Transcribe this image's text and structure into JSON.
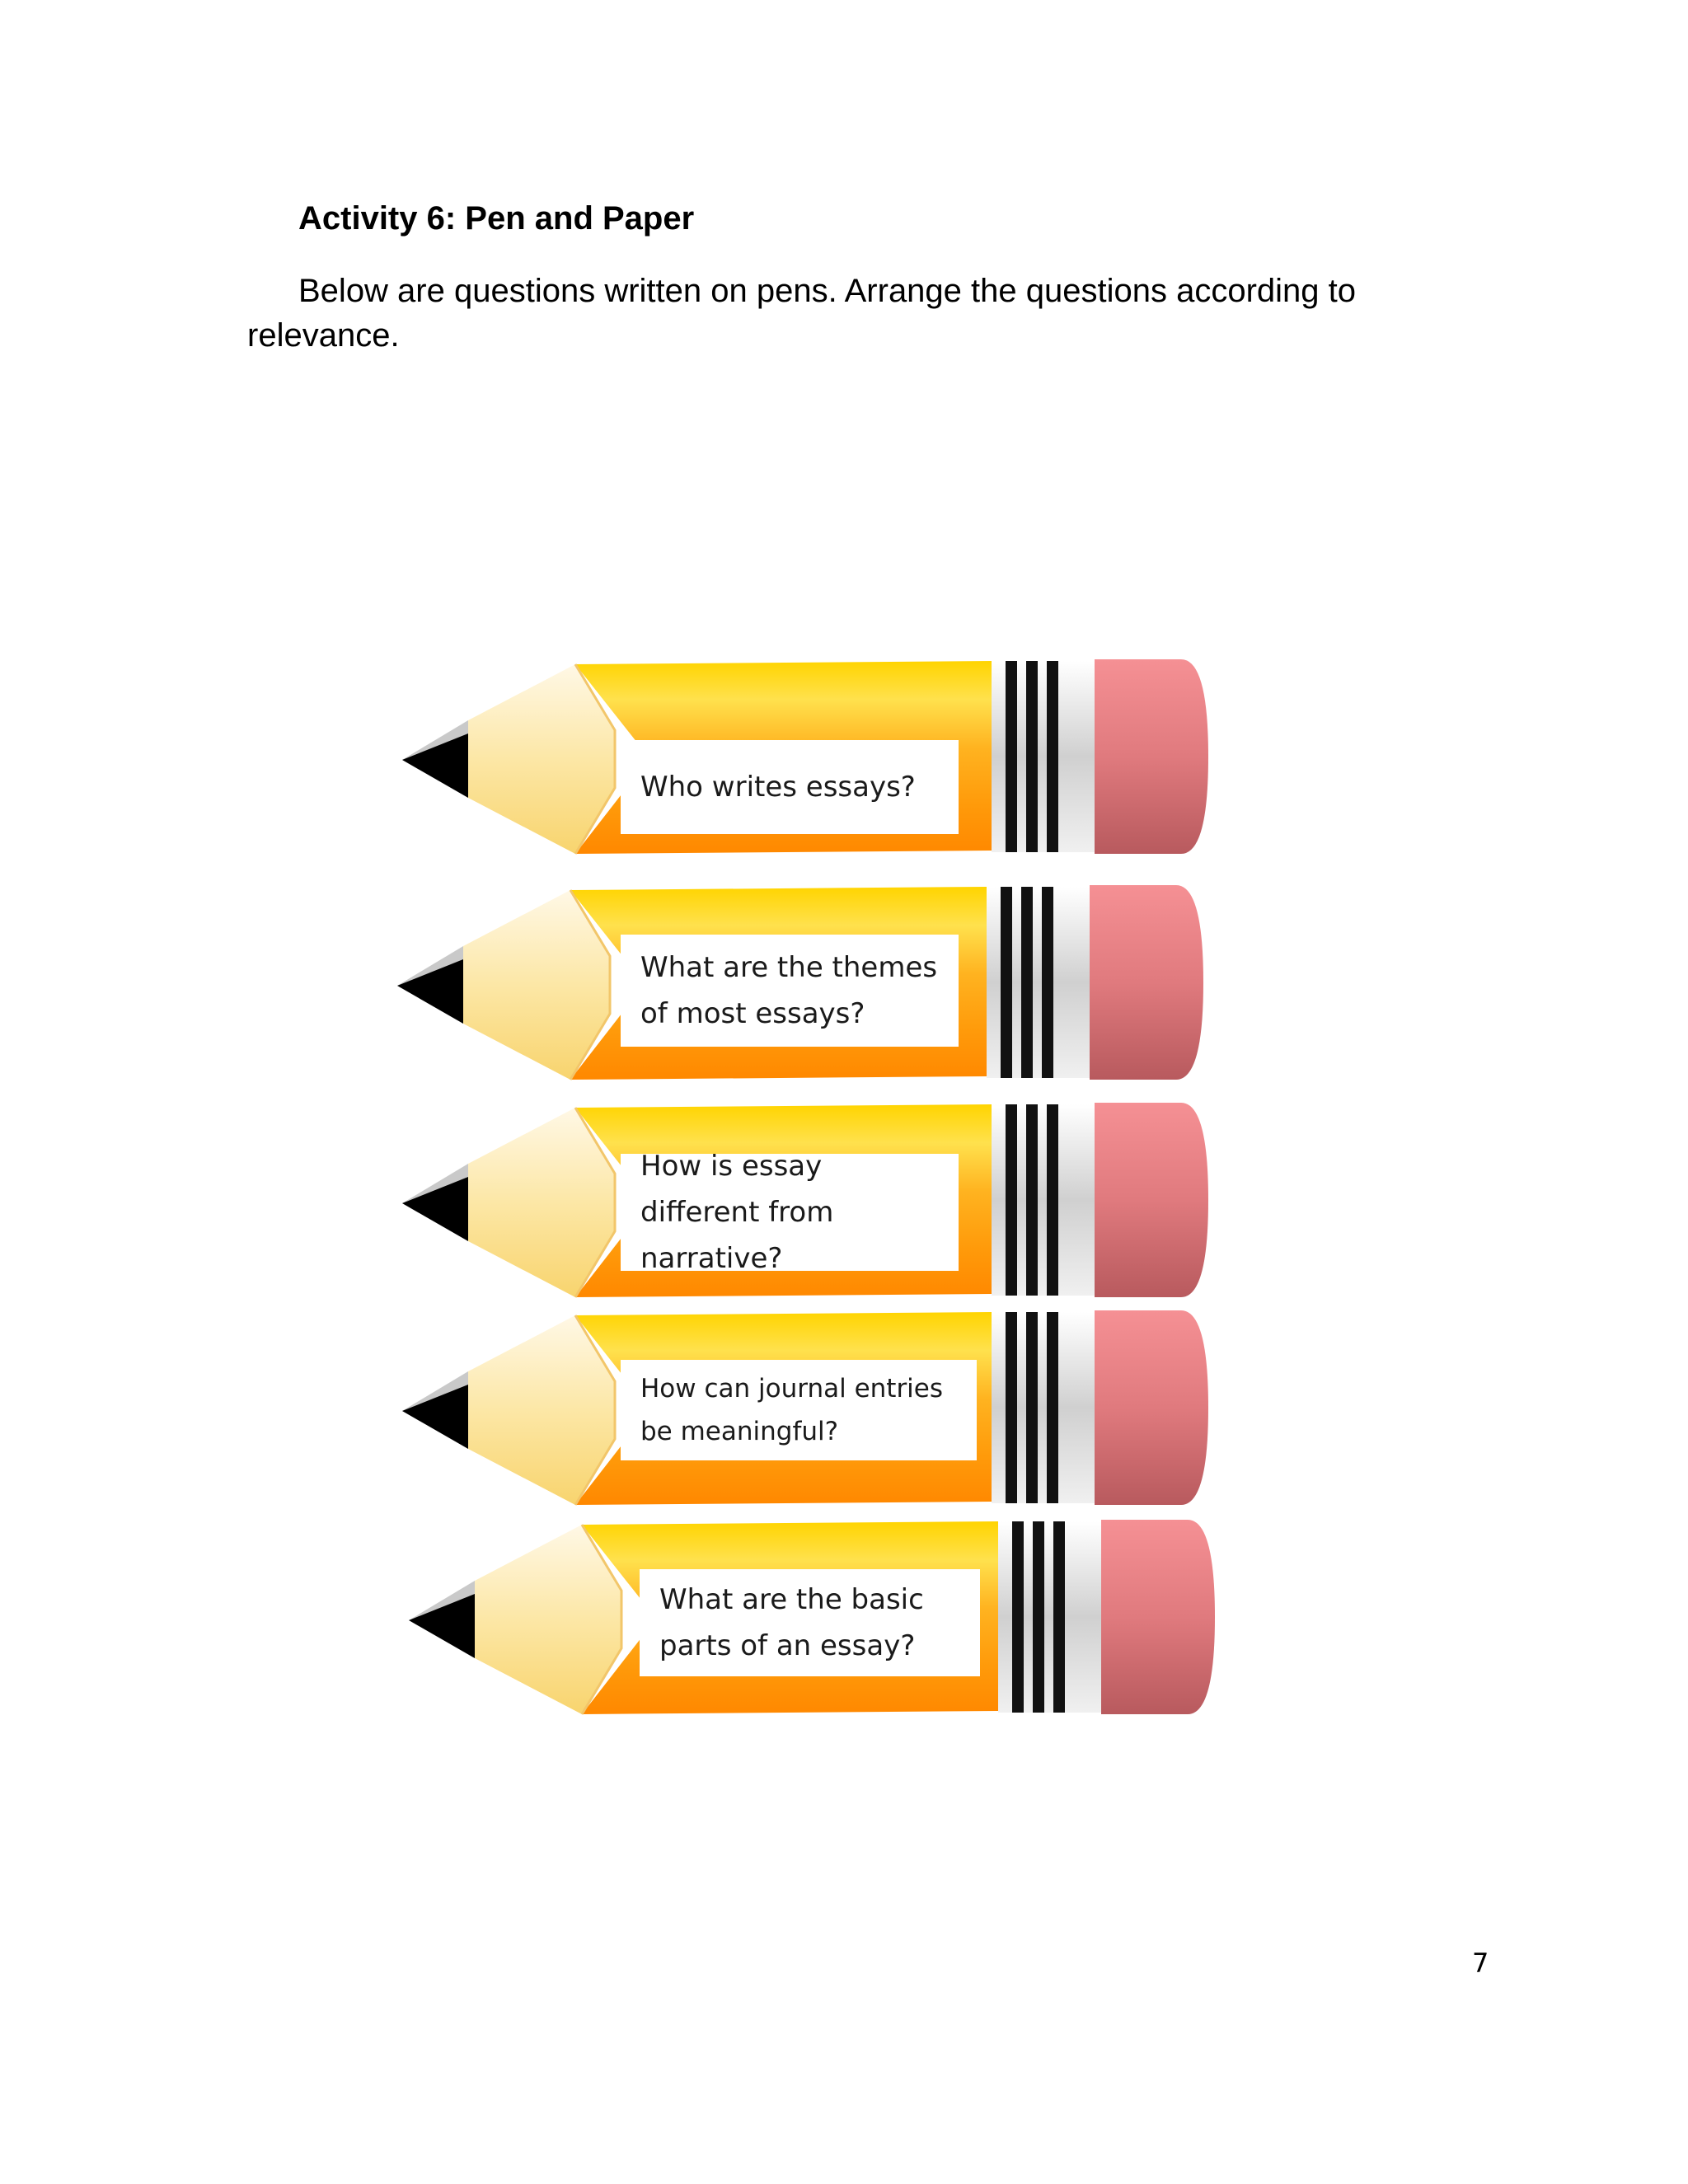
{
  "document": {
    "heading": "Activity 6: Pen and Paper",
    "instructions": "Below are questions written on pens. Arrange the questions according to relevance.",
    "page_number": "7"
  },
  "pencils": [
    {
      "question": "Who writes essays?"
    },
    {
      "question": "What are the themes of most essays?"
    },
    {
      "question": "How is essay different from narrative?"
    },
    {
      "question": "How can journal entries be meaningful?"
    },
    {
      "question": "What are the basic parts of an essay?"
    }
  ],
  "colors": {
    "pencil_top": "#FFD800",
    "pencil_bottom": "#FF8A00",
    "wood": "#FBE6A8",
    "eraser": "#D96A6E",
    "lead": "#000000"
  }
}
